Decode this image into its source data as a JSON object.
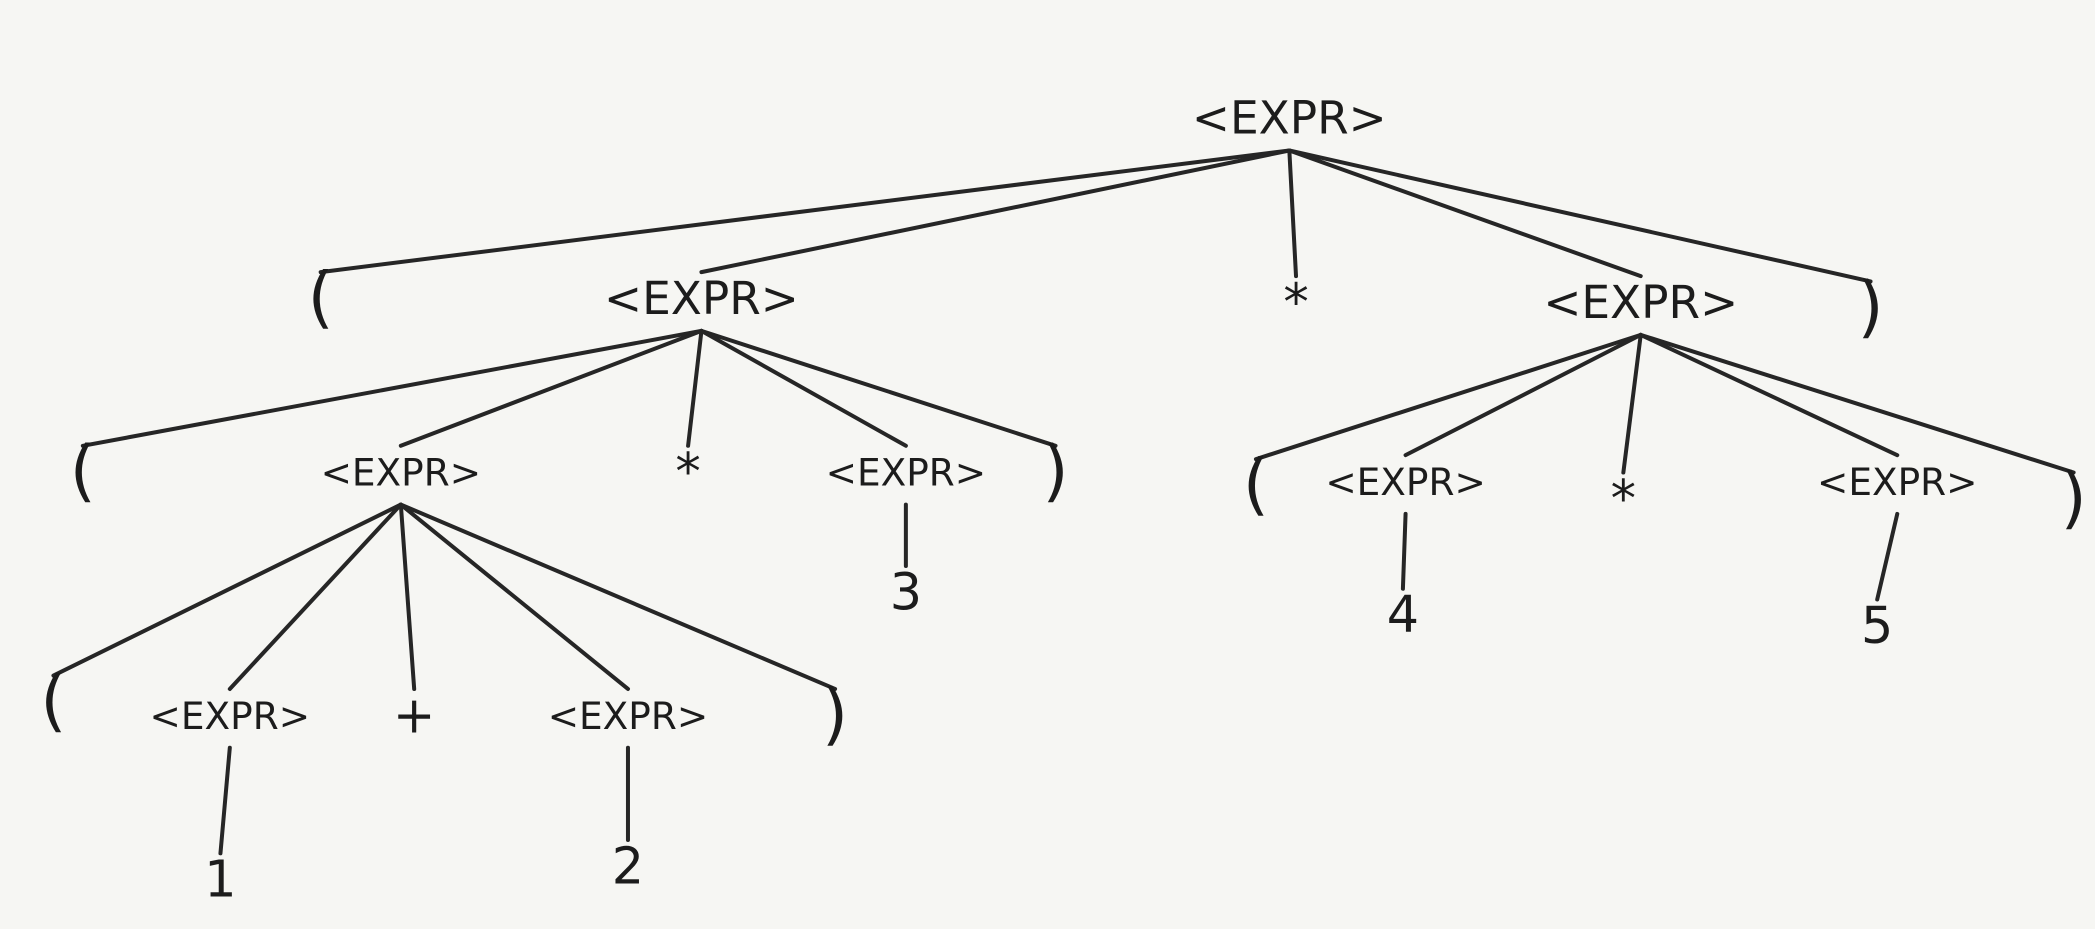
{
  "diagram": {
    "type": "parse-tree",
    "nodes": [
      {
        "id": "n0",
        "label": "<EXPR>",
        "parent": null
      },
      {
        "id": "n1",
        "label": "(",
        "parent": "n0"
      },
      {
        "id": "n2",
        "label": "<EXPR>",
        "parent": "n0"
      },
      {
        "id": "n3",
        "label": "*",
        "parent": "n0"
      },
      {
        "id": "n4",
        "label": "<EXPR>",
        "parent": "n0"
      },
      {
        "id": "n5",
        "label": ")",
        "parent": "n0"
      },
      {
        "id": "n6",
        "label": "(",
        "parent": "n2"
      },
      {
        "id": "n7",
        "label": "<EXPR>",
        "parent": "n2"
      },
      {
        "id": "n8",
        "label": "*",
        "parent": "n2"
      },
      {
        "id": "n9",
        "label": "<EXPR>",
        "parent": "n2"
      },
      {
        "id": "n10",
        "label": ")",
        "parent": "n2"
      },
      {
        "id": "n11",
        "label": "3",
        "parent": "n9"
      },
      {
        "id": "n12",
        "label": "(",
        "parent": "n4"
      },
      {
        "id": "n13",
        "label": "<EXPR>",
        "parent": "n4"
      },
      {
        "id": "n14",
        "label": "*",
        "parent": "n4"
      },
      {
        "id": "n15",
        "label": "<EXPR>",
        "parent": "n4"
      },
      {
        "id": "n16",
        "label": ")",
        "parent": "n4"
      },
      {
        "id": "n17",
        "label": "4",
        "parent": "n13"
      },
      {
        "id": "n18",
        "label": "5",
        "parent": "n15"
      },
      {
        "id": "n19",
        "label": "(",
        "parent": "n7"
      },
      {
        "id": "n20",
        "label": "<EXPR>",
        "parent": "n7"
      },
      {
        "id": "n21",
        "label": "+",
        "parent": "n7"
      },
      {
        "id": "n22",
        "label": "<EXPR>",
        "parent": "n7"
      },
      {
        "id": "n23",
        "label": ")",
        "parent": "n7"
      },
      {
        "id": "n24",
        "label": "1",
        "parent": "n20"
      },
      {
        "id": "n25",
        "label": "2",
        "parent": "n22"
      }
    ]
  }
}
